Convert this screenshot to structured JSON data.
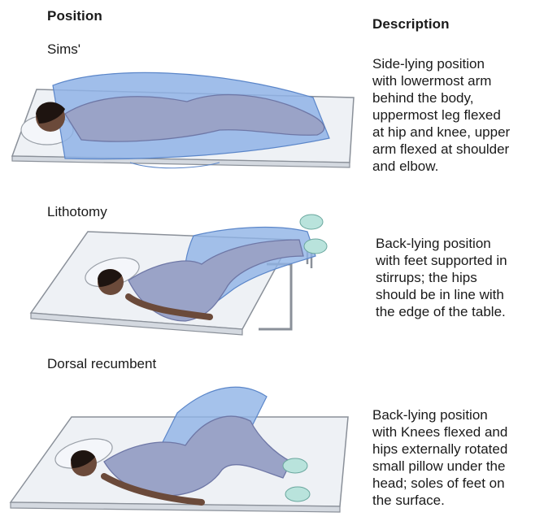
{
  "headers": {
    "position": "Position",
    "description": "Description"
  },
  "positions": [
    {
      "name": "Sims'",
      "description": "Side-lying position\nwith lowermost arm\nbehind the body,\nuppermost leg flexed\nat hip and knee, upper\narm flexed at shoulder\nand elbow.",
      "illustration": "sims-position-illustration"
    },
    {
      "name": "Lithotomy",
      "description": "Back-lying position\nwith feet supported in\nstirrups; the hips\nshould be in line with\nthe edge of the table.",
      "illustration": "lithotomy-position-illustration"
    },
    {
      "name": "Dorsal recumbent",
      "description": "Back-lying position\nwith Knees flexed and\nhips externally rotated\nsmall pillow under the\nhead; soles of feet on\nthe surface.",
      "illustration": "dorsal-recumbent-position-illustration"
    }
  ],
  "colors": {
    "drape": "#8fb3e6",
    "drape_dark": "#5b86c9",
    "gown": "#9aa3c7",
    "gown_dark": "#6e77a6",
    "skin": "#6b4a3a",
    "hair": "#1e1410",
    "table_top": "#eef1f5",
    "table_edge": "#8a9099",
    "sock": "#b9e3dc",
    "pillow": "#f4f6fa"
  }
}
